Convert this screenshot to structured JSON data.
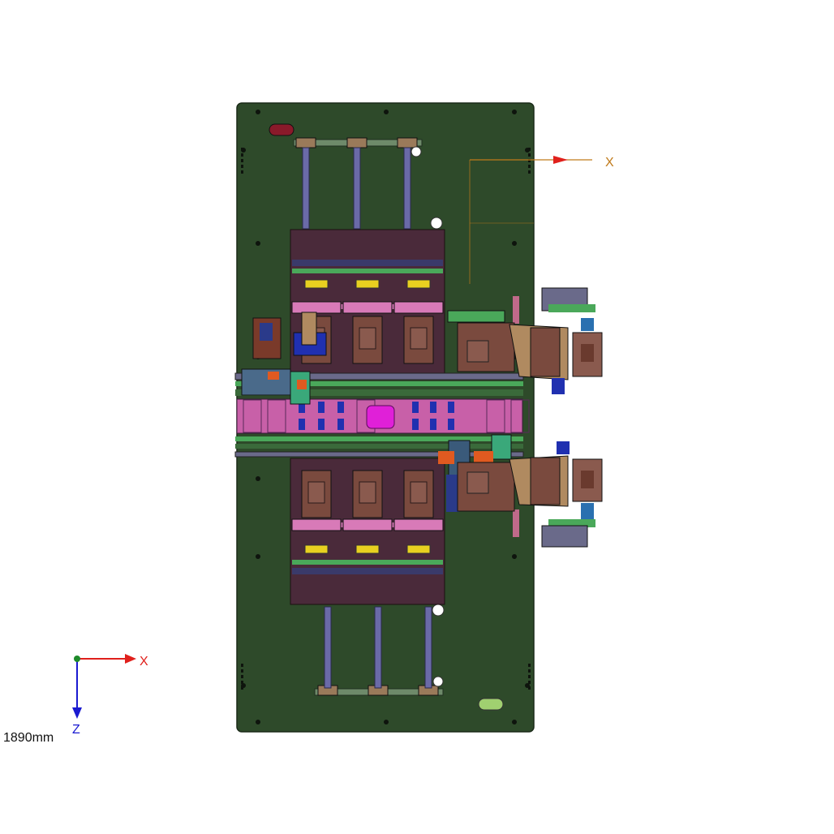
{
  "viewport": {
    "scale_label": "1890mm"
  },
  "triad": {
    "x_label": "X",
    "z_label": "Z",
    "x_color": "#e0201c",
    "z_color": "#1a1ad0",
    "origin_color": "#1e8a2a"
  },
  "model_csys": {
    "x_label": "X",
    "color": "#c07a1a",
    "arrow_color": "#e0201c"
  },
  "colors": {
    "baseplate": "#2e4a2a",
    "baseplate_edge": "#1a2a18",
    "cylinder": "#6a6aa8",
    "fixture_block": "#7a4a3e",
    "conveyor": "#c860a8",
    "highlight": "#e020d8",
    "bracket_pink": "#d87ab8",
    "rail_green": "#4aa85a",
    "yellow_part": "#e8d020",
    "blue_part": "#2030b0",
    "tan_part": "#b08a60",
    "frame_dark": "#4a2a3a",
    "slot_red": "#8a1a2a",
    "slot_green": "#a0d070"
  }
}
